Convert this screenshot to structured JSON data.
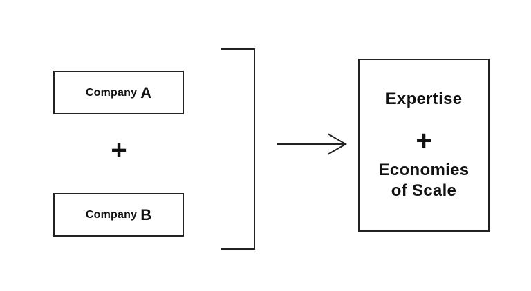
{
  "left": {
    "company_a": {
      "word": "Company",
      "letter": "A"
    },
    "plus": "+",
    "company_b": {
      "word": "Company",
      "letter": "B"
    }
  },
  "right": {
    "line1": "Expertise",
    "plus": "+",
    "line2a": "Economies",
    "line2b": "of Scale"
  }
}
